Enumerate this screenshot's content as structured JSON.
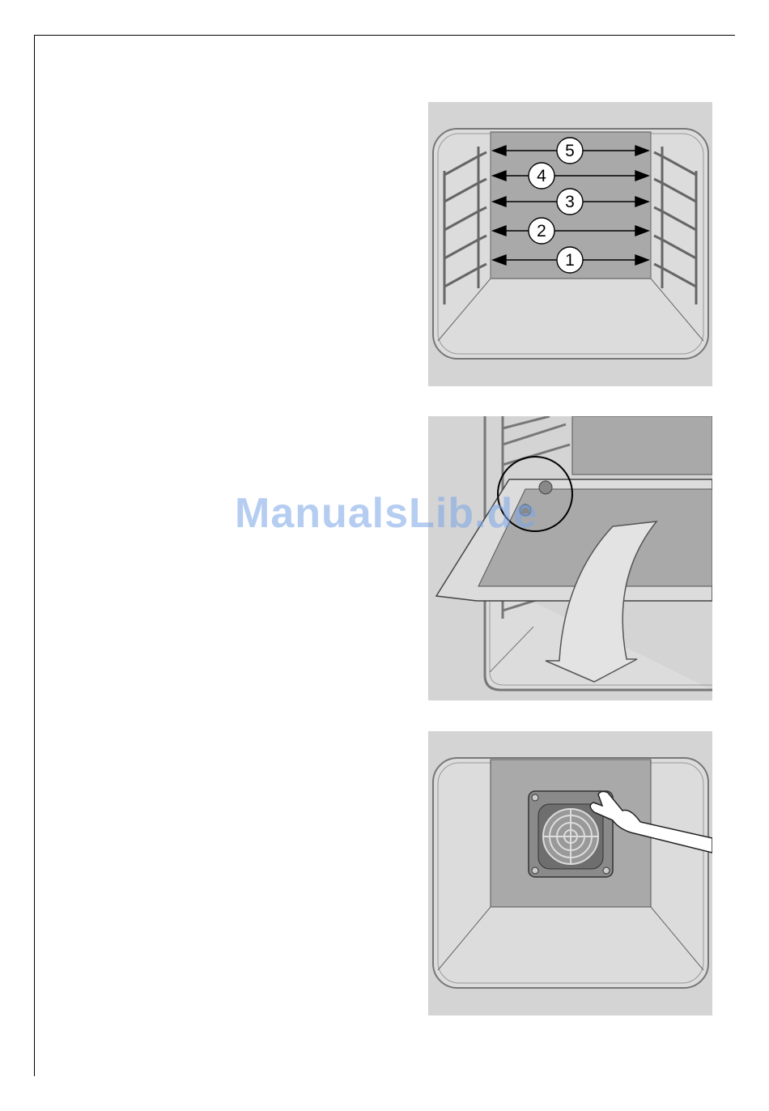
{
  "page": {
    "watermark": "ManualsLib.de"
  },
  "figures": [
    {
      "id": "shelf-positions",
      "shelf_labels": [
        "5",
        "4",
        "3",
        "2",
        "1"
      ]
    },
    {
      "id": "remove-top-panel"
    },
    {
      "id": "remove-fan-cover"
    }
  ],
  "colors": {
    "background": "#d4d4d4",
    "back_wall": "#a9a9a9",
    "outline": "#555555",
    "line": "#000000"
  }
}
